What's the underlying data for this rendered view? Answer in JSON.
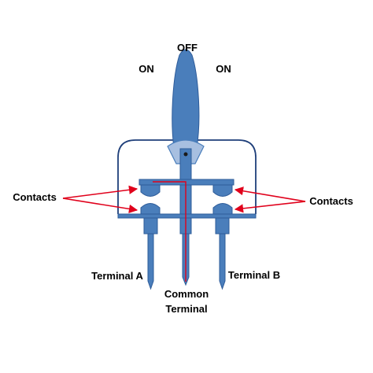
{
  "labels": {
    "off": "OFF",
    "on_left": "ON",
    "on_right": "ON",
    "contacts_left": "Contacts",
    "contacts_right": "Contacts",
    "terminal_a": "Terminal A",
    "terminal_b": "Terminal B",
    "common_line1": "Common",
    "common_line2": "Terminal"
  },
  "colors": {
    "body": "#4a7ebb",
    "body_light": "#a7bfe0",
    "outline": "#1f3f7a",
    "arrow": "#e0001b",
    "housing": "#1f3f7a",
    "text": "#000000"
  }
}
